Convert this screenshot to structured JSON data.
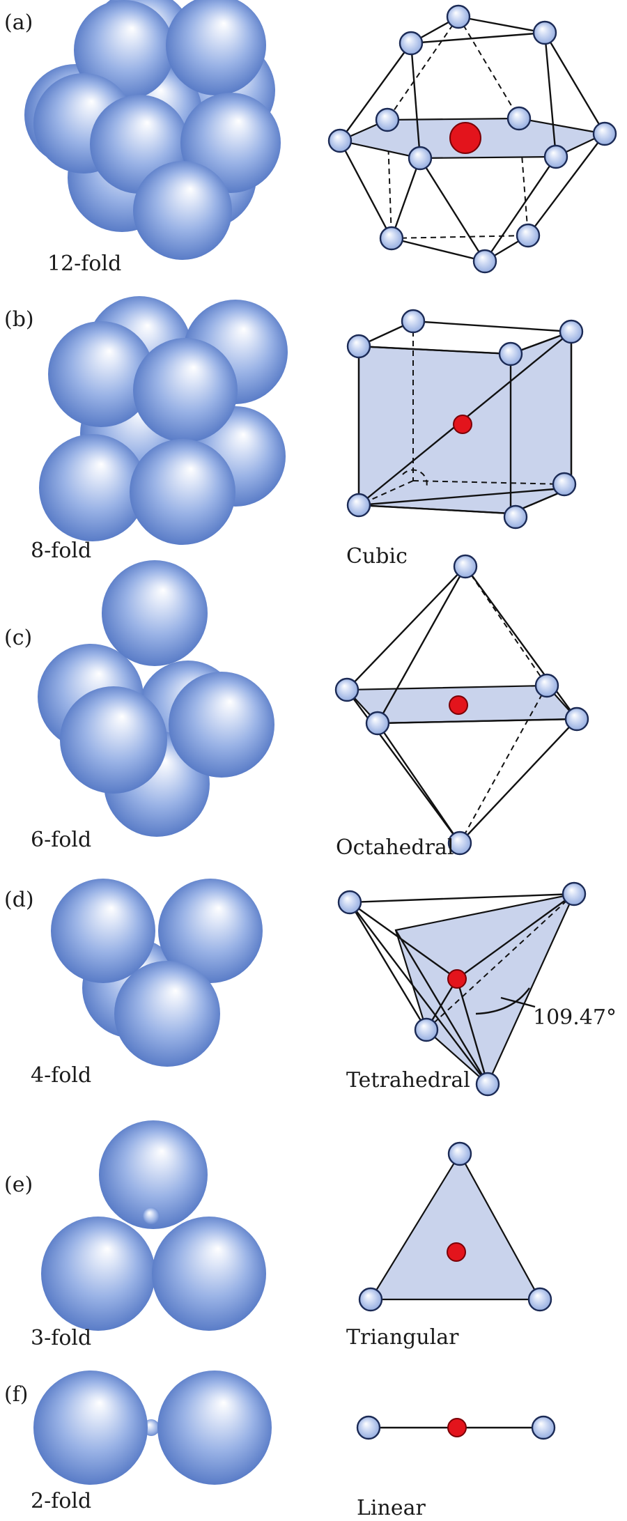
{
  "panels": [
    {
      "letter": "(a)",
      "fold": "12-fold",
      "geometry": ""
    },
    {
      "letter": "(b)",
      "fold": "8-fold",
      "geometry": "Cubic"
    },
    {
      "letter": "(c)",
      "fold": "6-fold",
      "geometry": "Octahedral"
    },
    {
      "letter": "(d)",
      "fold": "4-fold",
      "geometry": "Tetrahedral"
    },
    {
      "letter": "(e)",
      "fold": "3-fold",
      "geometry": "Triangular"
    },
    {
      "letter": "(f)",
      "fold": "2-fold",
      "geometry": "Linear"
    }
  ],
  "angle_label": "109.47°",
  "colors": {
    "sphere": "#7ea0de",
    "sphere_highlight": "#ffffff",
    "center_atom": "#e3141c",
    "plane_fill": "#c9d3ec",
    "line": "#111111"
  }
}
